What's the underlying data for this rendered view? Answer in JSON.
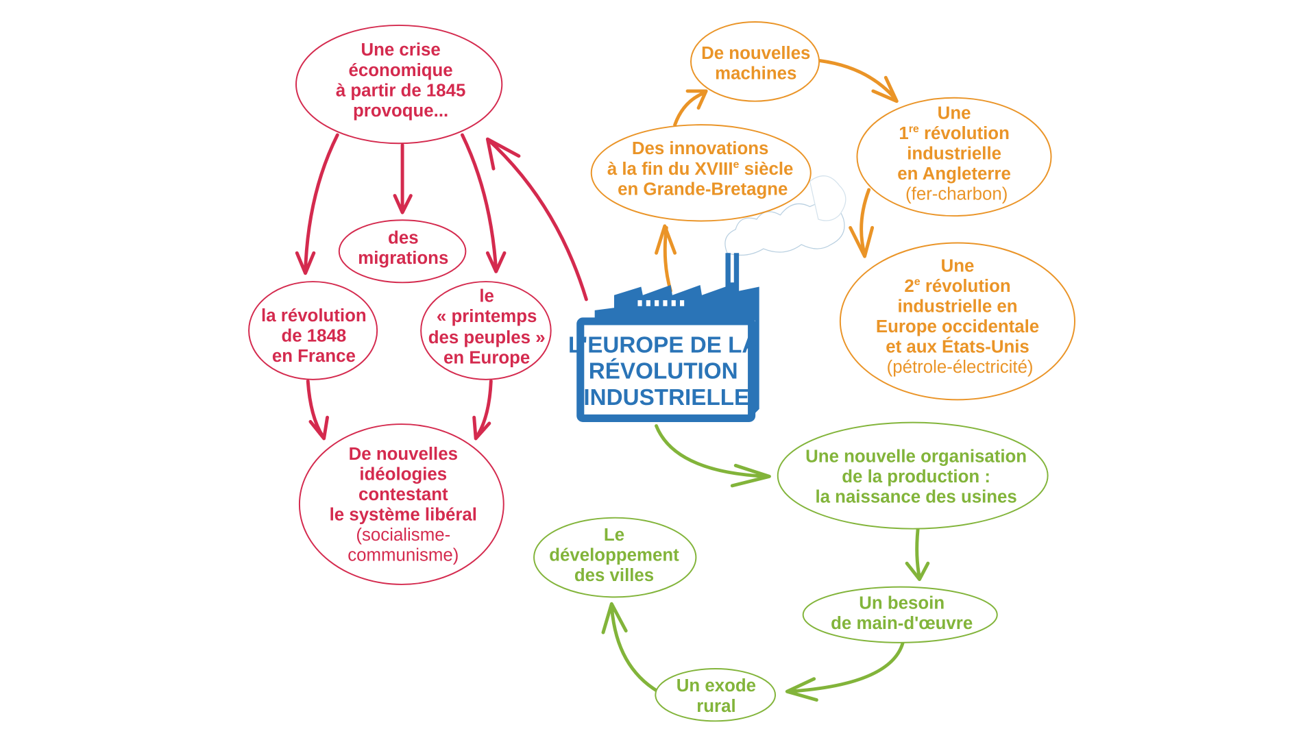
{
  "title": {
    "lines": [
      "L'EUROPE DE LA",
      "RÉVOLUTION",
      "INDUSTRIELLE"
    ]
  },
  "colors": {
    "red": "#d42a4e",
    "orange": "#ea9427",
    "green": "#82b43a",
    "blue": "#2a74b7"
  },
  "red_branch": {
    "crisis": [
      "Une crise",
      "économique",
      "à partir de 1845",
      "provoque..."
    ],
    "migrations": [
      "des",
      "migrations"
    ],
    "revolution_1848": [
      "la révolution",
      "de 1848",
      "en France"
    ],
    "printemps": [
      "le",
      "« printemps",
      "des peuples »",
      "en Europe"
    ],
    "ideologies": [
      "De nouvelles",
      "idéologies",
      "contestant",
      "le système libéral",
      "(socialisme-",
      "communisme)"
    ]
  },
  "orange_branch": {
    "innovations": {
      "line1": "Des innovations",
      "line2_pre": "à la fin du XVIII",
      "line2_sup": "e",
      "line2_post": " siècle",
      "line3": "en Grande-Bretagne"
    },
    "machines": [
      "De nouvelles",
      "machines"
    ],
    "first_revolution": {
      "line1": "Une",
      "line2_pre": "1",
      "line2_sup": "re",
      "line2_post": " révolution",
      "line3": "industrielle",
      "line4": "en Angleterre",
      "line5": "(fer-charbon)"
    },
    "second_revolution": {
      "line1": "Une",
      "line2_pre": "2",
      "line2_sup": "e",
      "line2_post": " révolution",
      "line3": "industrielle en",
      "line4": "Europe occidentale",
      "line5": "et aux États-Unis",
      "line6": "(pétrole-électricité)"
    }
  },
  "green_branch": {
    "organisation": [
      "Une nouvelle organisation",
      "de la production :",
      "la naissance des usines"
    ],
    "labour": [
      "Un besoin",
      "de main-d'œuvre"
    ],
    "exodus": [
      "Un exode",
      "rural"
    ],
    "cities": [
      "Le",
      "développement",
      "des villes"
    ]
  }
}
